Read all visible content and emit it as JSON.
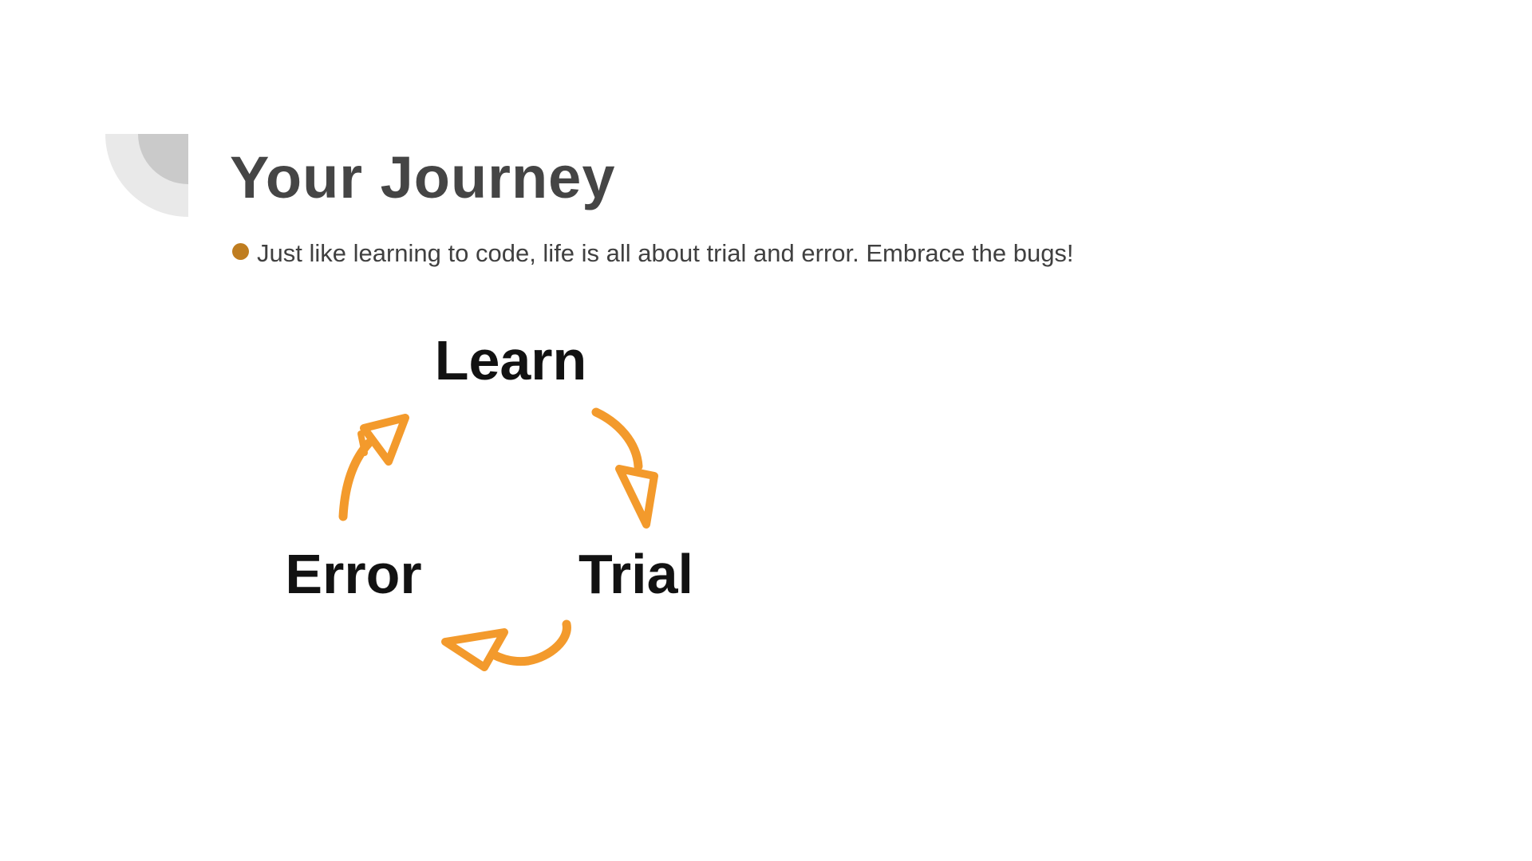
{
  "slide": {
    "title": "Your Journey",
    "bullet_text": "Just like learning to code, life is all about trial and error. Embrace the bugs!"
  },
  "diagram": {
    "type": "cycle",
    "direction": "clockwise",
    "nodes": [
      {
        "id": "learn",
        "label": "Learn",
        "position": "top"
      },
      {
        "id": "trial",
        "label": "Trial",
        "position": "bottom-right"
      },
      {
        "id": "error",
        "label": "Error",
        "position": "bottom-left"
      }
    ],
    "edges": [
      {
        "from": "Learn",
        "to": "Trial"
      },
      {
        "from": "Trial",
        "to": "Error"
      },
      {
        "from": "Error",
        "to": "Learn"
      }
    ]
  },
  "colors": {
    "background": "#ffffff",
    "arrow_orange": "#f39a2c",
    "bullet_marker": "#bf7d20",
    "title_gray": "#454545",
    "body_gray": "#404040",
    "diagram_label": "#121212",
    "decor_outer_gray": "#e9e9e9",
    "decor_inner_gray": "#cacaca"
  }
}
